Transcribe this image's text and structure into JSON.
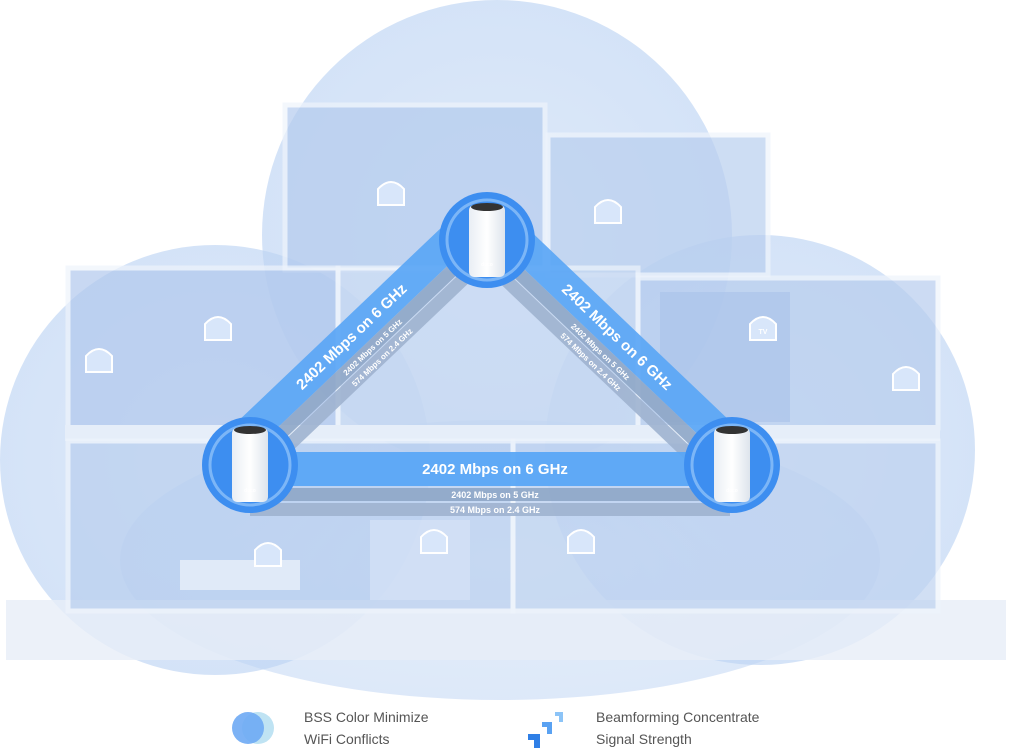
{
  "links": {
    "left": {
      "band6": "2402 Mbps on 6 GHz",
      "band5": "2402 Mbps on 5 GHz",
      "band24": "574 Mbps on 2.4 GHz"
    },
    "right": {
      "band6": "2402 Mbps on 6 GHz",
      "band5": "2402 Mbps on 5 GHz",
      "band24": "574 Mbps on 2.4 GHz"
    },
    "bottom": {
      "band6": "2402 Mbps on 6 GHz",
      "band5": "2402 Mbps on 5 GHz",
      "band24": "574 Mbps on 2.4 GHz"
    }
  },
  "device_logo": "deco",
  "legend": [
    {
      "icon": "bss-color-icon",
      "line1": "BSS Color Minimize",
      "line2": "WiFi Conflicts"
    },
    {
      "icon": "beamforming-icon",
      "line1": "Beamforming Concentrate",
      "line2": "Signal Strength"
    }
  ],
  "room_icons": [
    "monitor-icon",
    "gamepad-icon",
    "cloud-device-icon",
    "gamepad-icon",
    "tv-icon",
    "gamepad-icon",
    "gamepad-icon",
    "tablet-icon",
    "phone-icon",
    "game-pc-icon"
  ],
  "tv_label": "TV",
  "colors": {
    "accent": "#3d8ef0",
    "band6": "#5aa6f5",
    "band_grey": "#8ea6c6",
    "cloud": "#cfe0f7"
  }
}
